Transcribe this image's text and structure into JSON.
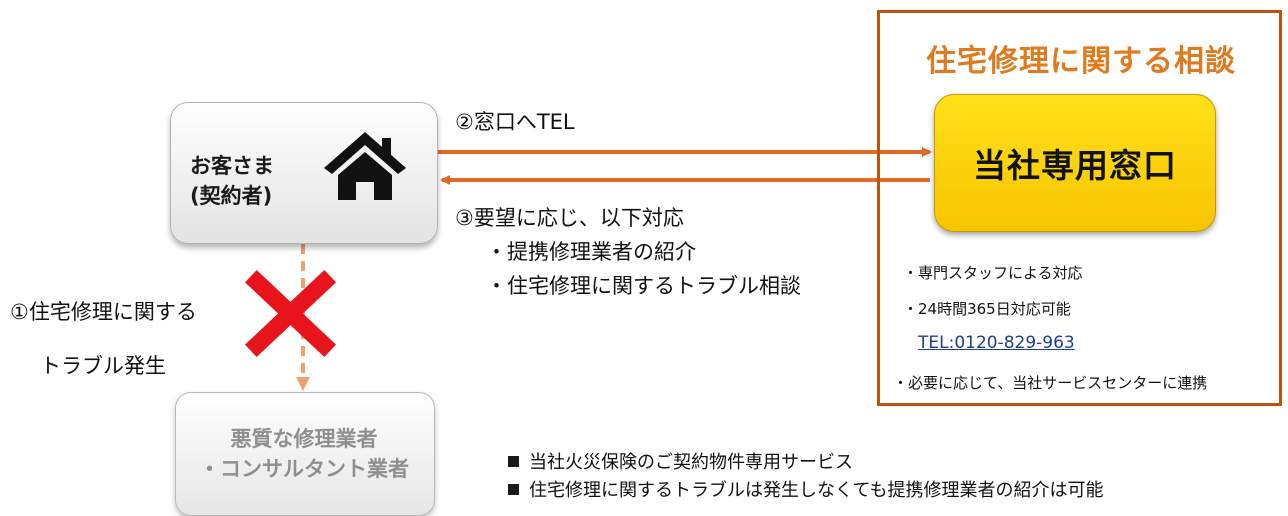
{
  "consultation": {
    "title": "住宅修理に関する相談",
    "desk_label": "当社専用窓口",
    "features": [
      "・専門スタッフによる対応",
      "・24時間365日対応可能",
      "・必要に応じて、当社サービスセンターに連携"
    ],
    "tel": "TEL:0120-829-963"
  },
  "customer": {
    "line1": "お客さま",
    "line2": "(契約者)",
    "icon": "house-icon"
  },
  "bad_contractor": {
    "line1": "悪質な修理業者",
    "line2": "・コンサルタント業者"
  },
  "steps": {
    "step1_line1": "①住宅修理に関する",
    "step1_line2": "トラブル発生",
    "step2": "②窓口へTEL",
    "step3": "③要望に応じ、以下対応",
    "step3_items": [
      "・提携修理業者の紹介",
      "・住宅修理に関するトラブル相談"
    ]
  },
  "notes": [
    "当社火災保険のご契約物件専用サービス",
    "住宅修理に関するトラブルは発生しなくても提携修理業者の紹介は可能"
  ],
  "colors": {
    "frame": "#c0500d",
    "title": "#e07a1f",
    "arrow": "#e06a25",
    "dashed": "#f0a070",
    "desk": "#ffd600",
    "cross": "#e8141c",
    "tel": "#1d3f8f"
  }
}
